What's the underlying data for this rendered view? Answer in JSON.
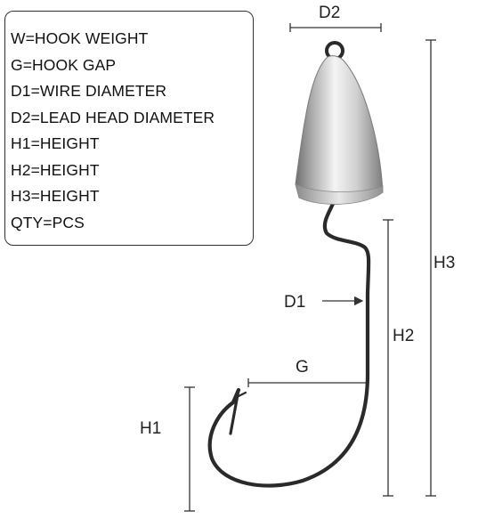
{
  "legend": {
    "items": [
      "W=HOOK WEIGHT",
      "G=HOOK GAP",
      "D1=WIRE DIAMETER",
      "D2=LEAD HEAD DIAMETER",
      "H1=HEIGHT",
      "H2=HEIGHT",
      "H3=HEIGHT",
      "QTY=PCS"
    ]
  },
  "dimensions": {
    "d2": "D2",
    "h3": "H3",
    "d1": "D1",
    "h2": "H2",
    "g": "G",
    "h1": "H1"
  },
  "colors": {
    "line": "#333333",
    "hook_wire": "#2a2a2a",
    "lead_light": "#f2f2f2",
    "lead_dark": "#8a8a8a"
  }
}
